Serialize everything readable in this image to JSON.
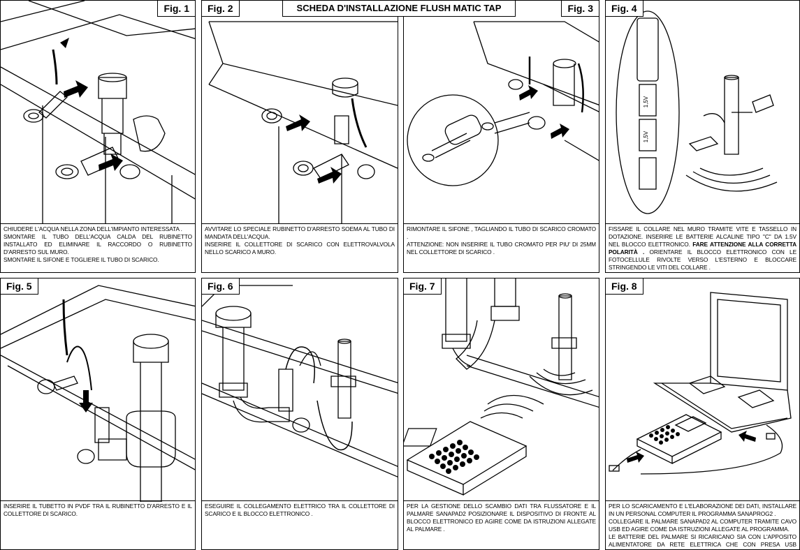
{
  "title": "SCHEDA D'INSTALLAZIONE FLUSH MATIC TAP",
  "figures": [
    {
      "label": "Fig. 1",
      "lines": [
        "CHIUDERE L'ACQUA NELLA ZONA DELL'IMPIANTO INTERESSATA .",
        "SMONTARE IL TUBO DELL'ACQUA CALDA DEL RUBINETTO INSTALLATO ED ELIMINARE IL RACCORDO O RUBINETTO D'ARRESTO SUL MURO.",
        "SMONTARE IL SIFONE E TOGLIERE IL TUBO DI SCARICO."
      ]
    },
    {
      "label": "Fig. 2",
      "lines": [
        "AVVITARE LO SPECIALE RUBINETTO D'ARRESTO SOEMA AL TUBO DI MANDATA DELL'ACQUA.",
        "INSERIRE IL COLLETTORE DI SCARICO CON ELETTROVALVOLA NELLO SCARICO A MURO."
      ]
    },
    {
      "label": "Fig. 3",
      "lines": [
        "RIMONTARE IL SIFONE , TAGLIANDO IL TUBO DI SCARICO CROMATO .",
        "ATTENZIONE: NON INSERIRE IL TUBO CROMATO PER PIU' DI 25mm NEL COLLETTORE DI SCARICO ."
      ]
    },
    {
      "label": "Fig. 4",
      "lines_pre": "FISSARE IL COLLARE NEL MURO TRAMITE VITE E TASSELLO IN DOTAZIONE. INSERIRE LE BATTERIE ALCALINE TIPO \"C\" DA 1.5V NEL BLOCCO ELETTRONICO.",
      "bold": "FARE ATTENZIONE ALLA CORRETTA POLARITÀ .",
      "lines_post": "ORIENTARE IL BLOCCO ELETTRONICO CON LE FOTOCELLULE RIVOLTE VERSO L'ESTERNO E BLOCCARE STRINGENDO LE VITI DEL COLLARE .",
      "battery_label": "1,5V"
    },
    {
      "label": "Fig. 5",
      "lines": [
        "INSERIRE IL TUBETTO IN PVDF TRA IL RUBINETTO D'ARRESTO E IL COLLETTORE DI SCARICO."
      ]
    },
    {
      "label": "Fig. 6",
      "lines": [
        "ESEGUIRE IL COLLEGAMENTO ELETTRICO TRA IL COLLETTORE DI SCARICO E IL BLOCCO ELETTRONICO ."
      ]
    },
    {
      "label": "Fig. 7",
      "lines": [
        "PER LA GESTIONE DELLO SCAMBIO DATI TRA FLUSSATORE E IL PALMARE SANAPAD2 POSIZIONARE IL DISPOSITIVO DI FRONTE AL BLOCCO ELETTRONICO ED AGIRE COME DA ISTRUZIONI ALLEGATE AL PALMARE ."
      ]
    },
    {
      "label": "Fig. 8",
      "lines": [
        "PER LO SCARICAMENTO E L'ELABORAZIONE DEI DATI, INSTALLARE IN UN PERSONAL COMPUTER IL PROGRAMMA SANAPROG2 .",
        "COLLEGARE IL PALMARE SANAPAD2 AL COMPUTER TRAMITE CAVO USB ED AGIRE COME DA ISTRUZIONI ALLEGATE AL PROGRAMMA.",
        "LE BATTERIE DEL PALMARE SI RICARICANO SIA CON L'APPOSITO ALIMENTATORE DA RETE ELETTRICA CHE CON PRESA USB COLLEGATA."
      ]
    }
  ]
}
